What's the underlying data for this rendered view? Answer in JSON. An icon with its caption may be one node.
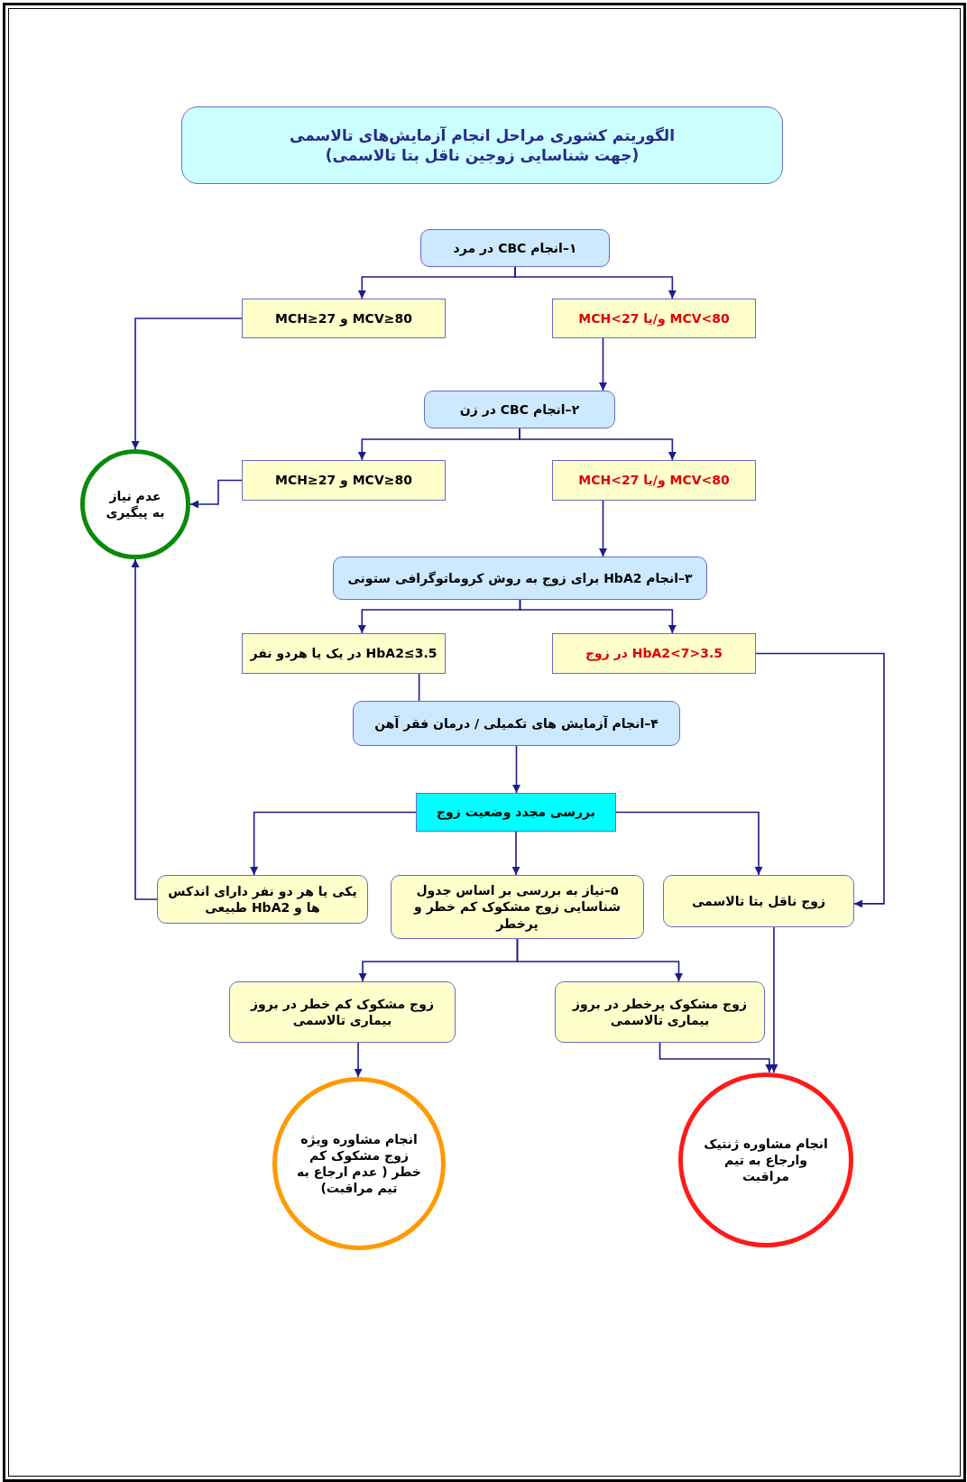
{
  "diagram": {
    "nodes": [
      {
        "text": [
          "الگوریتم کشوری مراحل انجام آزمایش‌های تالاسمی",
          "(جهت شناسایی زوجین ناقل بتا تالاسمی)"
        ]
      },
      {
        "text": [
          "۱–انجام CBC در مرد"
        ]
      },
      {
        "text": [
          "MCV≥80 و MCH≥27"
        ]
      },
      {
        "text": [
          "MCV<80 و/یا MCH<27"
        ]
      },
      {
        "text": [
          "۲–انجام CBC در زن"
        ]
      },
      {
        "text": [
          "MCV≥80 و MCH≥27"
        ]
      },
      {
        "text": [
          "MCV<80 و/یا MCH<27"
        ]
      },
      {
        "text": [
          "عدم نیاز به پیگیری"
        ]
      },
      {
        "text": [
          "۳–انجام HbA2 برای زوج به روش کروماتوگرافی ستونی"
        ]
      },
      {
        "text": [
          "HbA2≤3.5 در یک یا هردو نفر"
        ]
      },
      {
        "text": [
          "3.5<HbA2<7 در زوج"
        ]
      },
      {
        "text": [
          "۴–انجام آزمایش های تکمیلی / درمان فقر آهن"
        ]
      },
      {
        "text": [
          "بررسی مجدد وضعیت زوج"
        ]
      },
      {
        "text": [
          "یکی یا هر دو نفر دارای اندکس ها و HbA2 طبیعی"
        ]
      },
      {
        "text": [
          "۵–نیاز به بررسی بر اساس جدول شناسایی زوج مشکوک کم خطر و پرخطر"
        ]
      },
      {
        "text": [
          "زوج ناقل بتا تالاسمی"
        ]
      },
      {
        "text": [
          "زوج مشکوک کم خطر در بروز بیماری تالاسمی"
        ]
      },
      {
        "text": [
          "زوج مشکوک پرخطر در بروز بیماری تالاسمی"
        ]
      },
      {
        "text": [
          "انجام مشاوره ویژه زوج مشکوک کم خطر ( عدم ارجاع به تیم مراقبت)"
        ]
      },
      {
        "text": [
          "انجام مشاوره ژنتیک وارجاع به تیم مراقبت"
        ]
      }
    ],
    "edges": [
      {
        "from": 1,
        "to": 2,
        "arrow": "to"
      },
      {
        "from": 1,
        "to": 3,
        "arrow": "to"
      },
      {
        "from": 2,
        "to": 7,
        "arrow": "to"
      },
      {
        "from": 3,
        "to": 4,
        "arrow": "to"
      },
      {
        "from": 4,
        "to": 5,
        "arrow": "to"
      },
      {
        "from": 4,
        "to": 6,
        "arrow": "to"
      },
      {
        "from": 5,
        "to": 7,
        "arrow": "to"
      },
      {
        "from": 6,
        "to": 8,
        "arrow": "to"
      },
      {
        "from": 8,
        "to": 9,
        "arrow": "to"
      },
      {
        "from": 8,
        "to": 10,
        "arrow": "to"
      },
      {
        "from": 9,
        "to": 11,
        "arrow": "none"
      },
      {
        "from": 10,
        "to": 15,
        "arrow": "to"
      },
      {
        "from": 11,
        "to": 12,
        "arrow": "to"
      },
      {
        "from": 12,
        "to": 13,
        "arrow": "to"
      },
      {
        "from": 12,
        "to": 14,
        "arrow": "to"
      },
      {
        "from": 12,
        "to": 15,
        "arrow": "to"
      },
      {
        "from": 13,
        "to": 7,
        "arrow": "to"
      },
      {
        "from": 14,
        "to": 16,
        "arrow": "to"
      },
      {
        "from": 14,
        "to": 17,
        "arrow": "to"
      },
      {
        "from": 16,
        "to": 18,
        "arrow": "to"
      },
      {
        "from": 17,
        "to": 19,
        "arrow": "to"
      },
      {
        "from": 15,
        "to": 19,
        "arrow": "to"
      }
    ]
  }
}
